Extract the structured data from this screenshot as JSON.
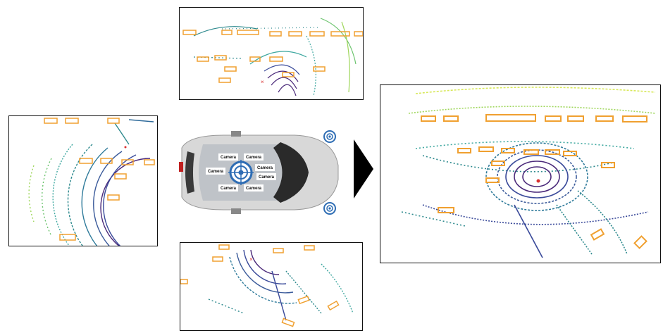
{
  "car": {
    "camera_labels": [
      "Camera",
      "Camera",
      "Camera",
      "Camera",
      "Camera",
      "Camera",
      "Camera"
    ]
  },
  "colors": {
    "box": "#F0A030",
    "point_far": "#D8E85A",
    "point_mid": "#3FA8A0",
    "point_near": "#3A4A9A",
    "point_close": "#4B2A7A",
    "ego_marker": "#D93030",
    "lidar_icon": "#2E6DB4",
    "arrow": "#000000"
  },
  "icons": {
    "lidar": "lidar-target-icon",
    "direction": "right-arrow-icon"
  }
}
